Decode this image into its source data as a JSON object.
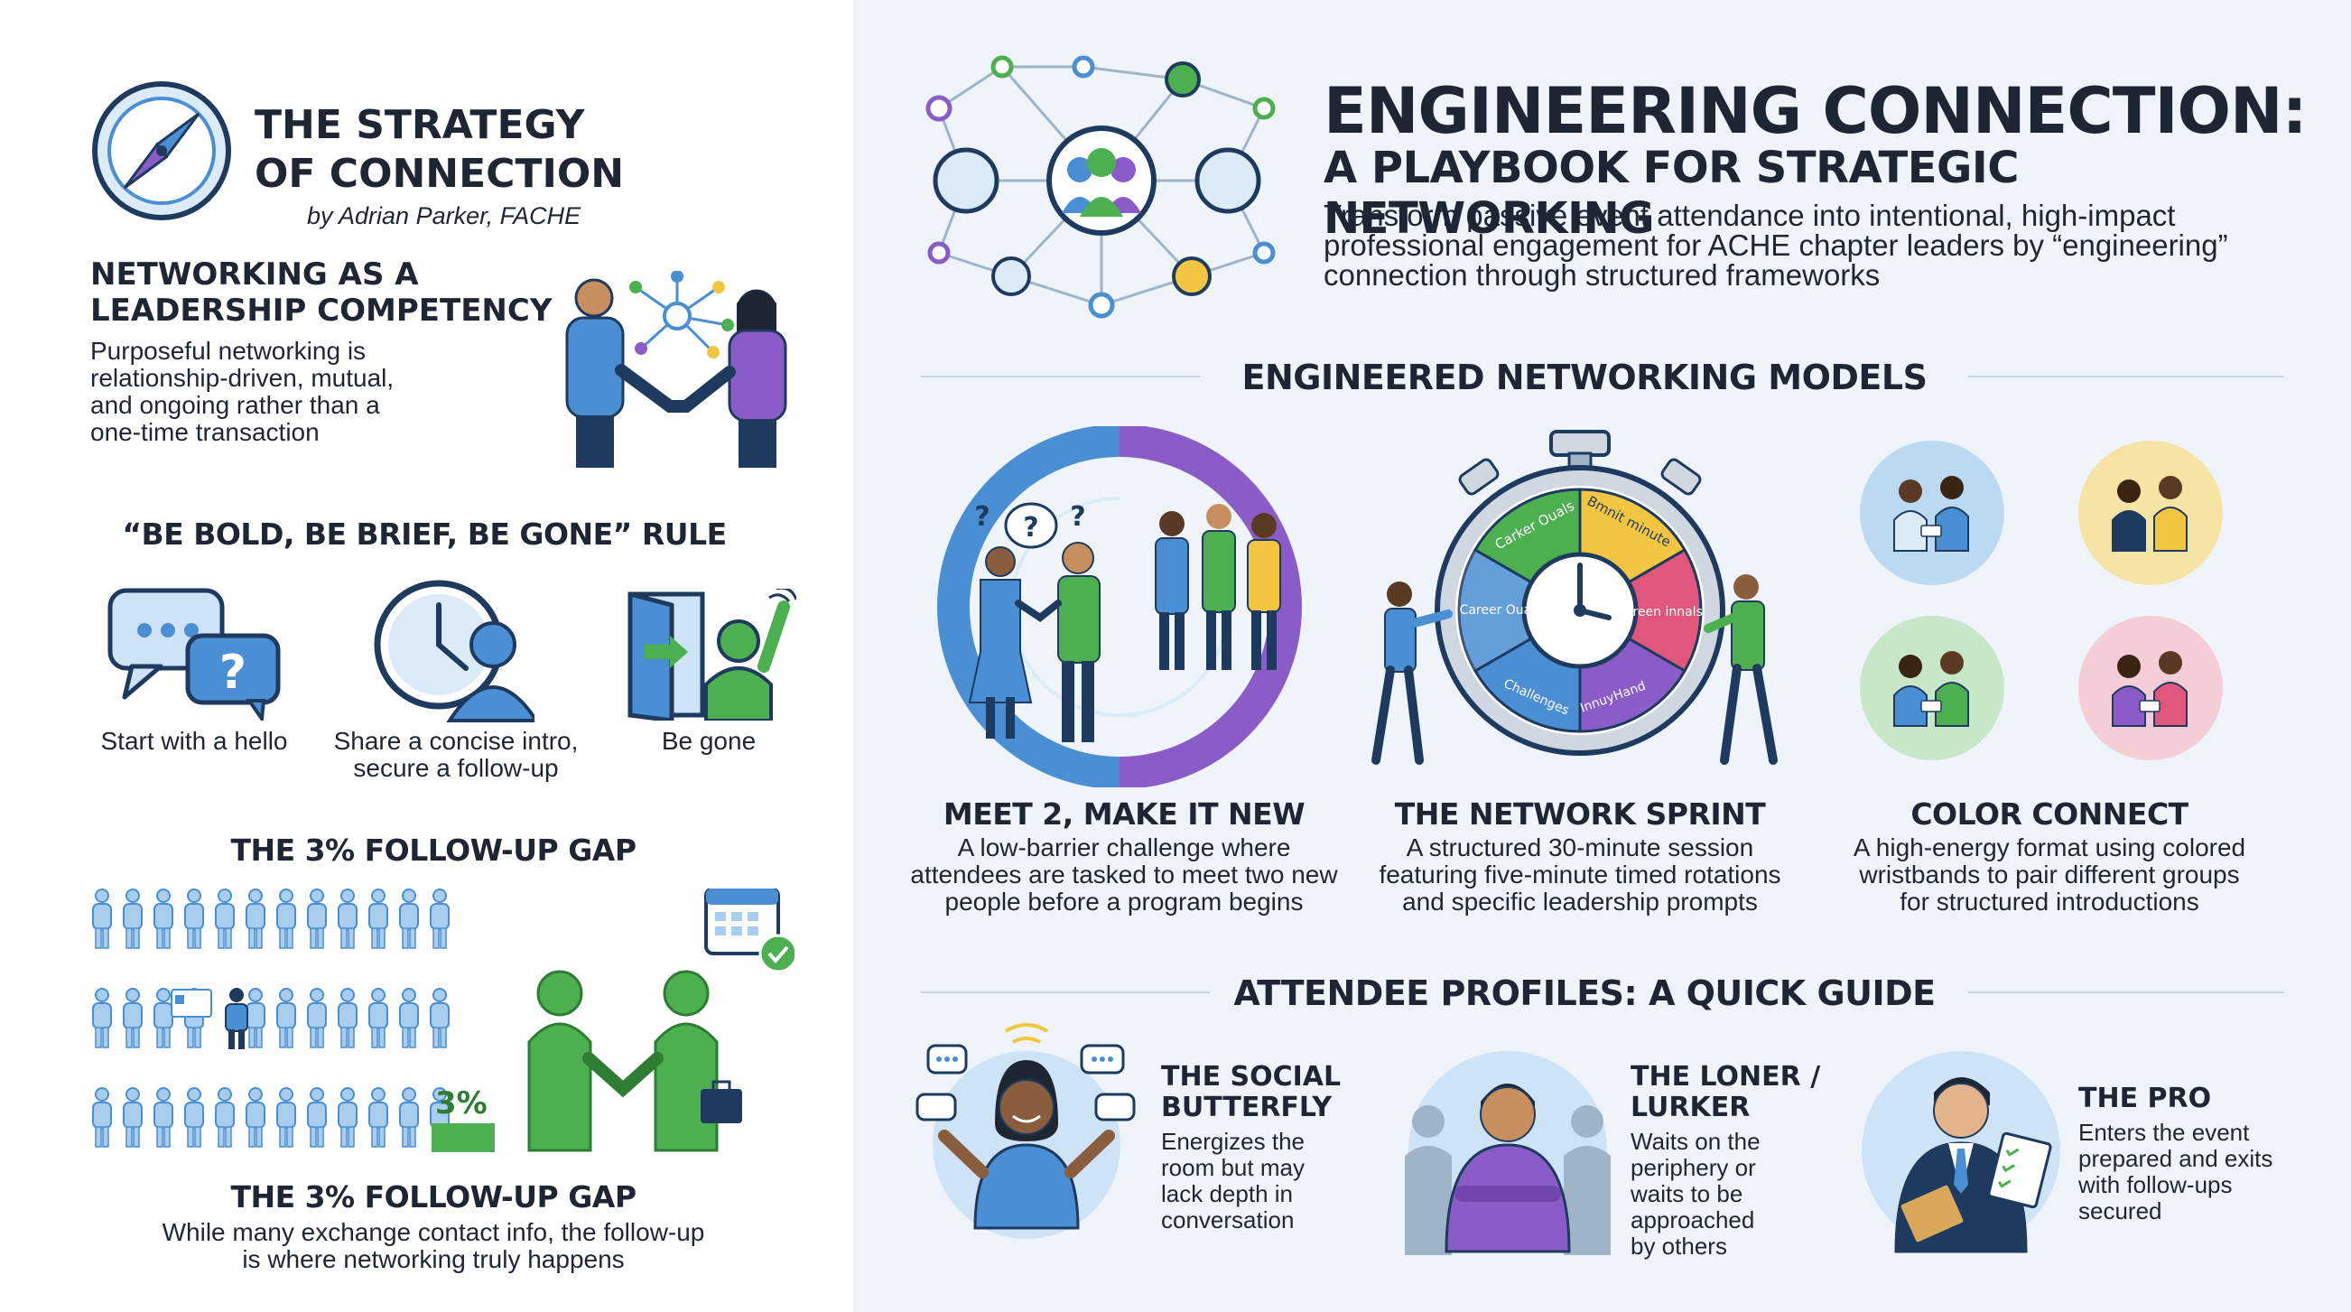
{
  "left": {
    "title_line1": "THE STRATEGY",
    "title_line2": "OF CONNECTION",
    "byline": "by Adrian Parker, FACHE",
    "competency": {
      "heading_line1": "NETWORKING AS A",
      "heading_line2": "LEADERSHIP COMPETENCY",
      "text_line1": "Purposeful networking is",
      "text_line2": "relationship-driven, mutual,",
      "text_line3": "and ongoing rather than a",
      "text_line4": "one-time transaction"
    },
    "rule": {
      "heading": "“BE BOLD, BE BRIEF, BE GONE” RULE",
      "steps": [
        {
          "label": "Start with a hello",
          "icon": "chat-bubble-icon"
        },
        {
          "label_line1": "Share a concise intro,",
          "label_line2": "secure a follow-up",
          "icon": "clock-person-icon"
        },
        {
          "label": "Be gone",
          "icon": "door-exit-icon"
        }
      ]
    },
    "gap": {
      "heading": "THE 3% FOLLOW-UP GAP",
      "badge": "3%",
      "caption_heading": "THE 3% FOLLOW-UP GAP",
      "caption_line1": "While many exchange contact info, the follow-up",
      "caption_line2": "is where networking truly happens"
    }
  },
  "header": {
    "title": "ENGINEERING CONNECTION:",
    "subtitle": "A PLAYBOOK FOR STRATEGIC NETWORKING",
    "desc_line1": "Transform passive event attendance into intentional, high-impact",
    "desc_line2": "professional engagement for ACHE chapter leaders by “engineering”",
    "desc_line3": "connection through structured frameworks"
  },
  "models": {
    "heading": "ENGINEERED NETWORKING MODELS",
    "items": [
      {
        "title": "MEET 2, MAKE IT NEW",
        "line1": "A low-barrier challenge where",
        "line2": "attendees are tasked to meet two new",
        "line3": "people before a program begins"
      },
      {
        "title": "THE NETWORK SPRINT",
        "line1": "A structured 30-minute session",
        "line2": "featuring five-minute timed rotations",
        "line3": "and specific leadership prompts"
      },
      {
        "title": "COLOR CONNECT",
        "line1": "A high-energy format using colored",
        "line2": "wristbands to pair different groups",
        "line3": "for structured introductions"
      }
    ],
    "stopwatch_labels": [
      "Carker Ouals",
      "Bmnit minute",
      "Careen innals",
      "InnuyHand",
      "Challenges",
      "Career Ouals"
    ]
  },
  "profiles": {
    "heading": "ATTENDEE PROFILES: A QUICK GUIDE",
    "items": [
      {
        "title_line1": "THE SOCIAL",
        "title_line2": "BUTTERFLY",
        "lines": [
          "Energizes the",
          "room but may",
          "lack depth in",
          "conversation"
        ]
      },
      {
        "title_line1": "THE LONER /",
        "title_line2": "LURKER",
        "lines": [
          "Waits on the",
          "periphery or",
          "waits to be",
          "approached",
          "by others"
        ]
      },
      {
        "title_line1": "THE PRO",
        "title_line2": "",
        "lines": [
          "Enters the event",
          "prepared and exits",
          "with follow-ups",
          "secured"
        ]
      }
    ]
  },
  "colors": {
    "blue": "#4a8fd4",
    "purple": "#8a5cc7",
    "green": "#4caf50",
    "yellow": "#f2c641",
    "pink": "#e0567d",
    "navy": "#1f3a5f",
    "light_blue": "#a9cdee"
  }
}
